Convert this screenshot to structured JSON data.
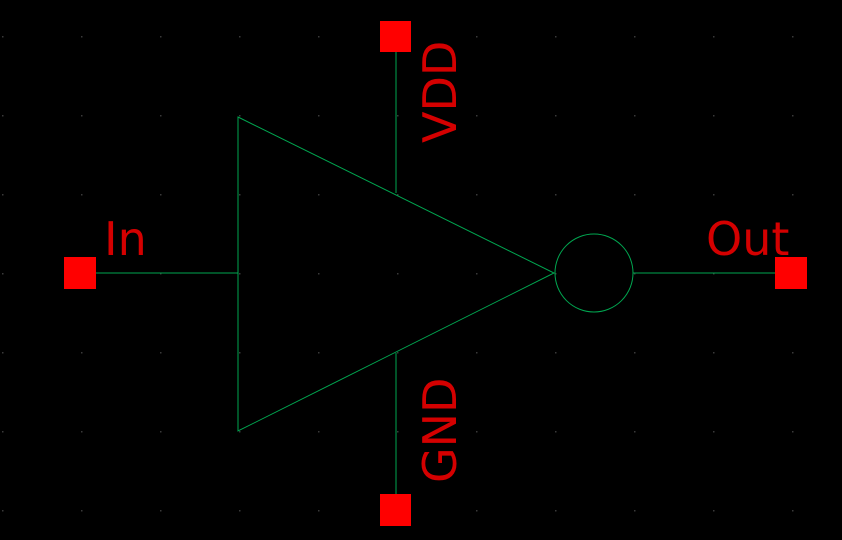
{
  "colors": {
    "background": "#000000",
    "grid_dot": "#3a3a3a",
    "wire": "#00a650",
    "pin": "#ff0000",
    "label": "#d40000"
  },
  "symbol": {
    "type": "inverter",
    "body": "triangle-with-bubble"
  },
  "pins": {
    "input": {
      "label": "In"
    },
    "output": {
      "label": "Out"
    },
    "vdd": {
      "label": "VDD"
    },
    "gnd": {
      "label": "GND"
    }
  }
}
